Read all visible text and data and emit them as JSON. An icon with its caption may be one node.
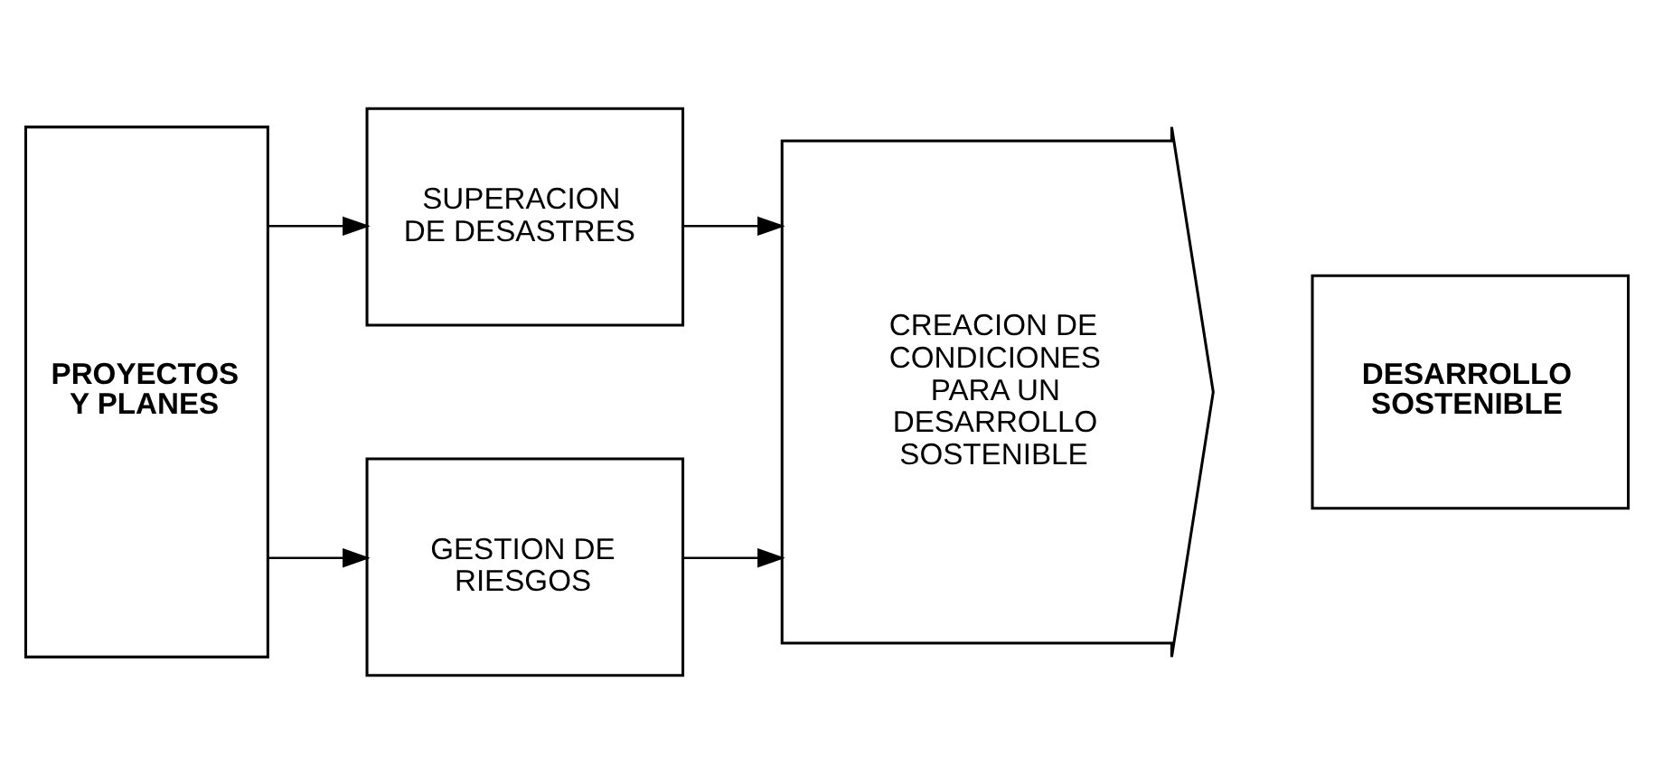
{
  "diagram": {
    "nodes": [
      {
        "text": [
          "PROYECTOS Y PLANES"
        ]
      },
      {
        "text": [
          "SUPERACION DE DESASTRES"
        ]
      },
      {
        "text": [
          "GESTION DE RIESGOS"
        ]
      },
      {
        "text": [
          "CREACION DE CONDICIONES PARA UN DESARROLLO SOSTENIBLE"
        ]
      },
      {
        "text": [
          "DESARROLLO SOSTENIBLE"
        ]
      }
    ],
    "edges": [
      {
        "from": 0,
        "to": 1,
        "arrow": "to"
      },
      {
        "from": 0,
        "to": 2,
        "arrow": "to"
      },
      {
        "from": 1,
        "to": 3,
        "arrow": "to"
      },
      {
        "from": 2,
        "to": 3,
        "arrow": "to"
      }
    ]
  }
}
